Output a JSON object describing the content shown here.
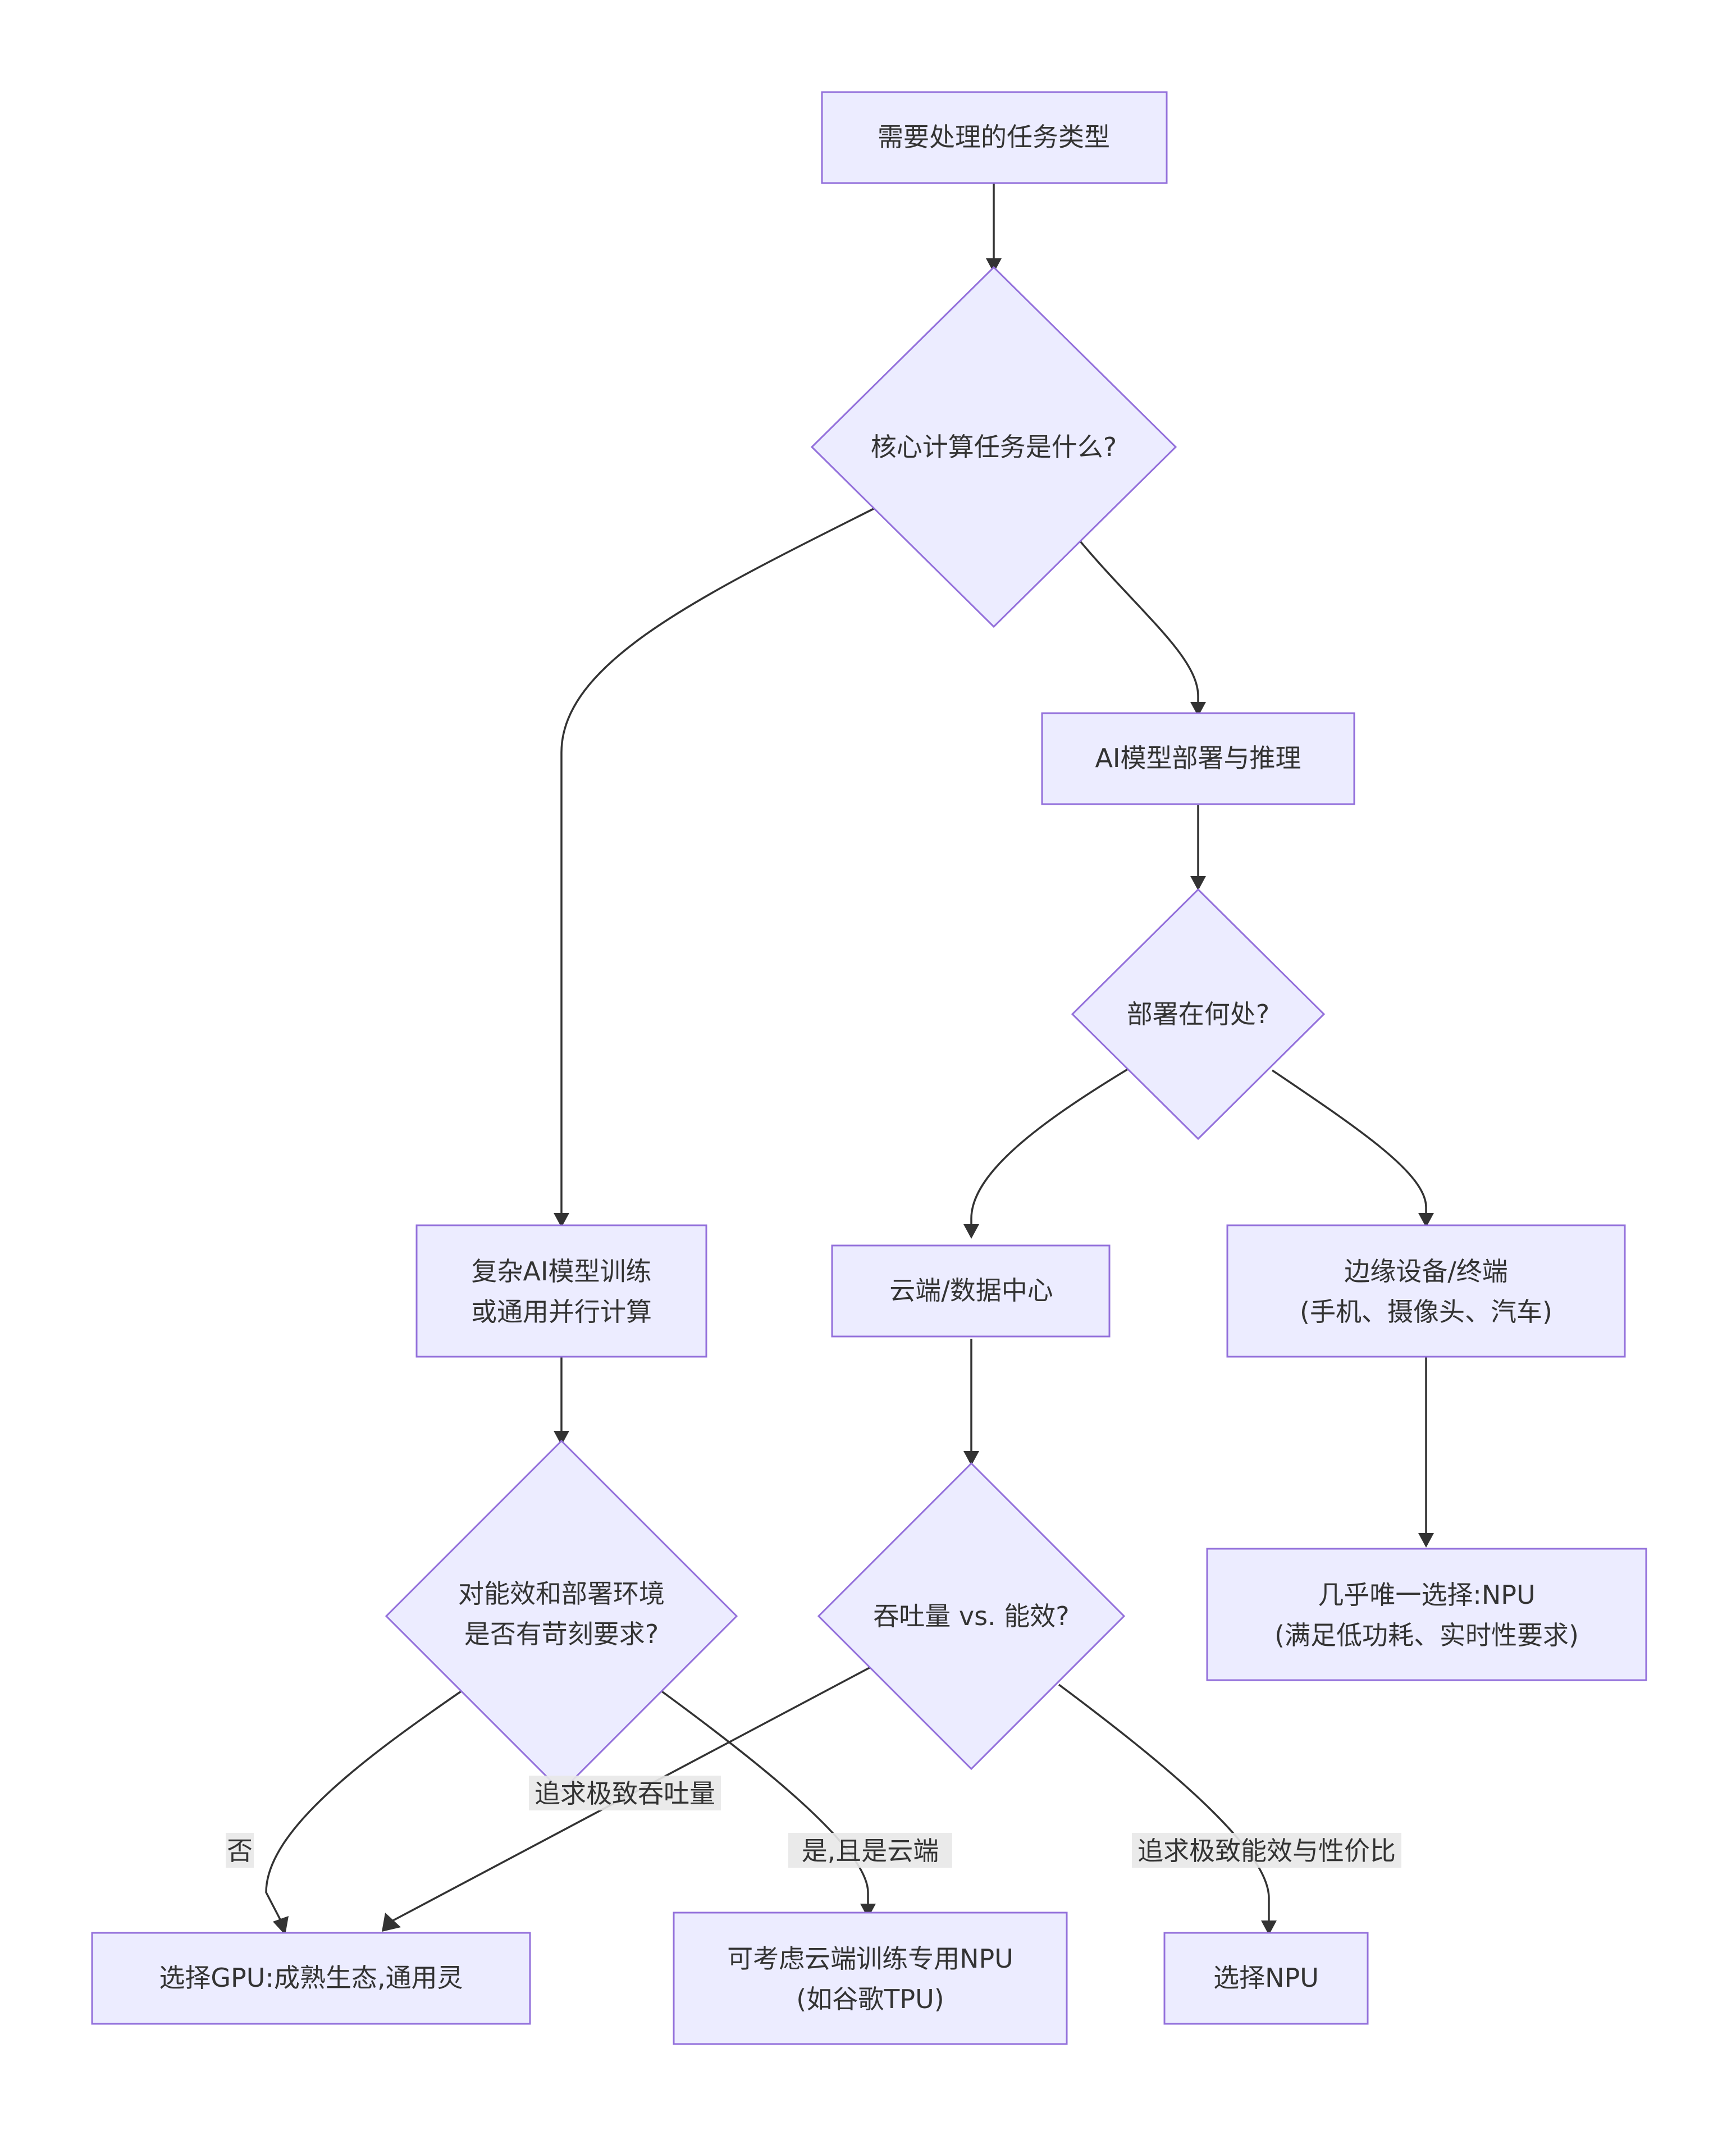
{
  "nodes": {
    "start": {
      "lines": [
        "需要处理的任务类型"
      ]
    },
    "q_core": {
      "lines": [
        "核心计算任务是什么?"
      ]
    },
    "ai_deploy": {
      "lines": [
        "AI模型部署与推理"
      ]
    },
    "q_where": {
      "lines": [
        "部署在何处?"
      ]
    },
    "complex_train": {
      "lines": [
        "复杂AI模型训练",
        "或通用并行计算"
      ]
    },
    "cloud_dc": {
      "lines": [
        "云端/数据中心"
      ]
    },
    "edge": {
      "lines": [
        "边缘设备/终端",
        "(手机、摄像头、汽车)"
      ]
    },
    "q_strict": {
      "lines": [
        "对能效和部署环境",
        "是否有苛刻要求?"
      ]
    },
    "q_throughput": {
      "lines": [
        "吞吐量 vs. 能效?"
      ]
    },
    "npu_only": {
      "lines": [
        "几乎唯一选择:NPU",
        "(满足低功耗、实时性要求)"
      ]
    },
    "gpu": {
      "lines": [
        "选择GPU:成熟生态,通用灵"
      ]
    },
    "cloud_npu": {
      "lines": [
        "可考虑云端训练专用NPU",
        "(如谷歌TPU)"
      ]
    },
    "npu": {
      "lines": [
        "选择NPU"
      ]
    }
  },
  "edge_labels": {
    "no": "否",
    "yes_cloud": "是,且是云端",
    "max_throughput": "追求极致吞吐量",
    "max_efficiency": "追求极致能效与性价比"
  },
  "colors": {
    "node_fill": "#ececff",
    "node_stroke": "#9370db",
    "edge": "#333333",
    "label_bg": "#e8e8e8",
    "text": "#333333"
  }
}
